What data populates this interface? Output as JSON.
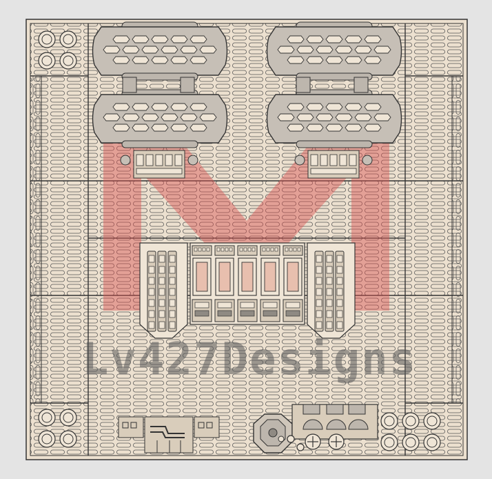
{
  "watermark": {
    "text": "Lv427Designs",
    "color": "#5a5a5a",
    "logo_color": "#d9534f"
  },
  "colors": {
    "background": "#e4e4e4",
    "plate": "#ece0cf",
    "line": "#3a3a3a",
    "grate": "#cfc3b2",
    "component": "#bdb6ad",
    "component_dark": "#8f8a83",
    "red_fill": "#e8bfae"
  },
  "components": {
    "tanks": [
      "tank-top-left",
      "tank-bottom-left",
      "tank-top-right",
      "tank-bottom-right"
    ],
    "side_racks": [
      "rack-left",
      "rack-right"
    ],
    "cells": 5,
    "corner_circles": [
      "top-left",
      "bottom-left",
      "bottom-right"
    ]
  }
}
